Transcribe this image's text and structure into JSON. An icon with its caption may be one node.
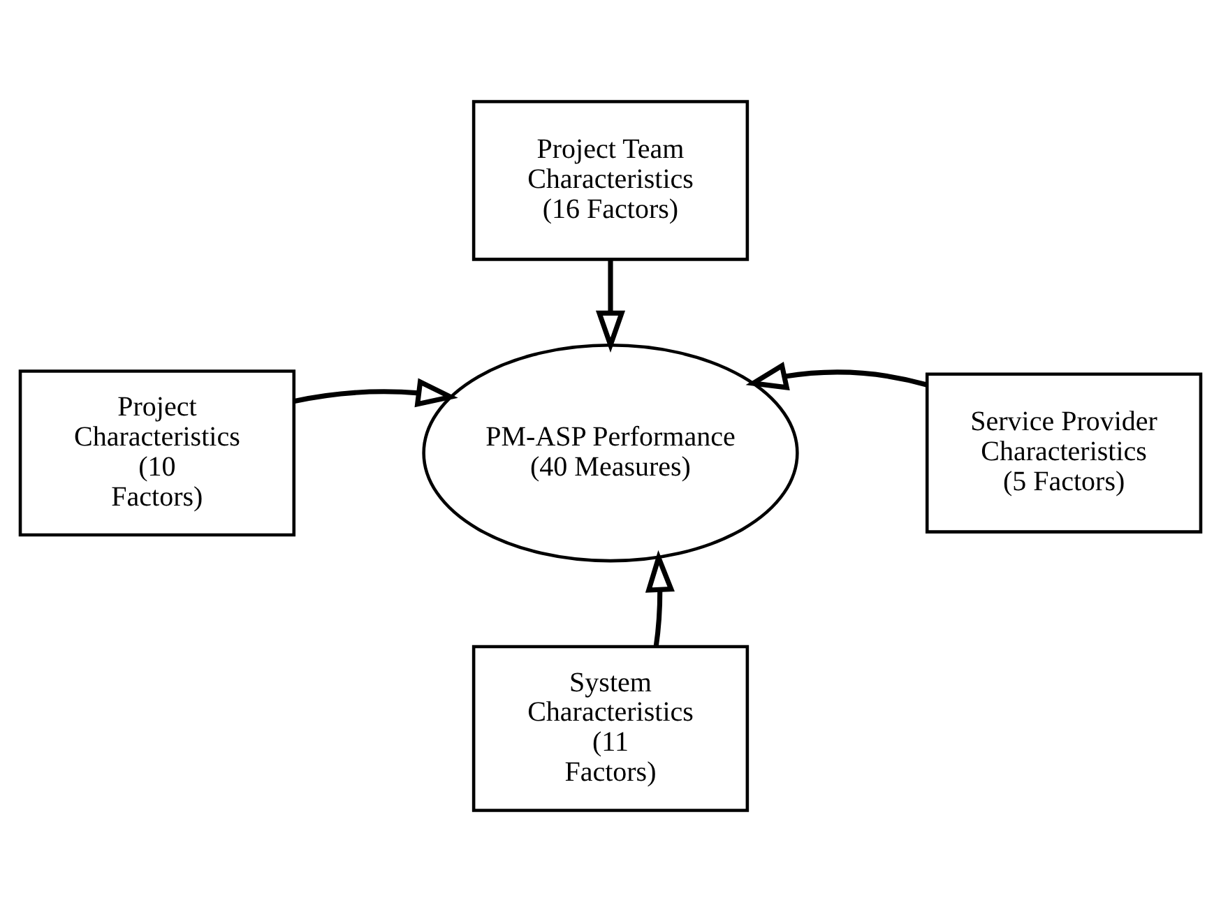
{
  "diagram": {
    "nodes": [
      {
        "text": [
          "Project Team Characteristics",
          "(16 Factors)"
        ]
      },
      {
        "text": [
          "Project Characteristics",
          "(10 Factors)"
        ]
      },
      {
        "text": [
          "PM-ASP Performance",
          "(40 Measures)"
        ]
      },
      {
        "text": [
          "Service Provider Characteristics",
          "(5 Factors)"
        ]
      },
      {
        "text": [
          "System Characteristics",
          "(11 Factors)"
        ]
      }
    ],
    "edges": [
      {
        "from": 0,
        "to": 2,
        "arrow": "to"
      },
      {
        "from": 1,
        "to": 2,
        "arrow": "to"
      },
      {
        "from": 3,
        "to": 2,
        "arrow": "to"
      },
      {
        "from": 4,
        "to": 2,
        "arrow": "to"
      }
    ]
  }
}
